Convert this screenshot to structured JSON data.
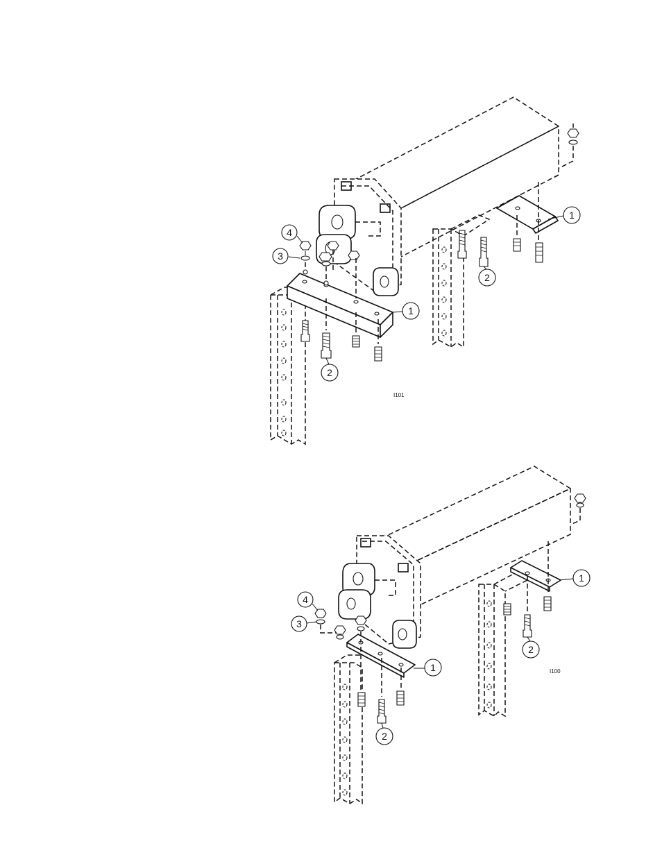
{
  "figures": [
    {
      "reference": "I101",
      "callouts": [
        "1",
        "1",
        "2",
        "2",
        "3",
        "4"
      ]
    },
    {
      "reference": "I100",
      "callouts": [
        "1",
        "1",
        "2",
        "2",
        "3",
        "4"
      ]
    }
  ]
}
